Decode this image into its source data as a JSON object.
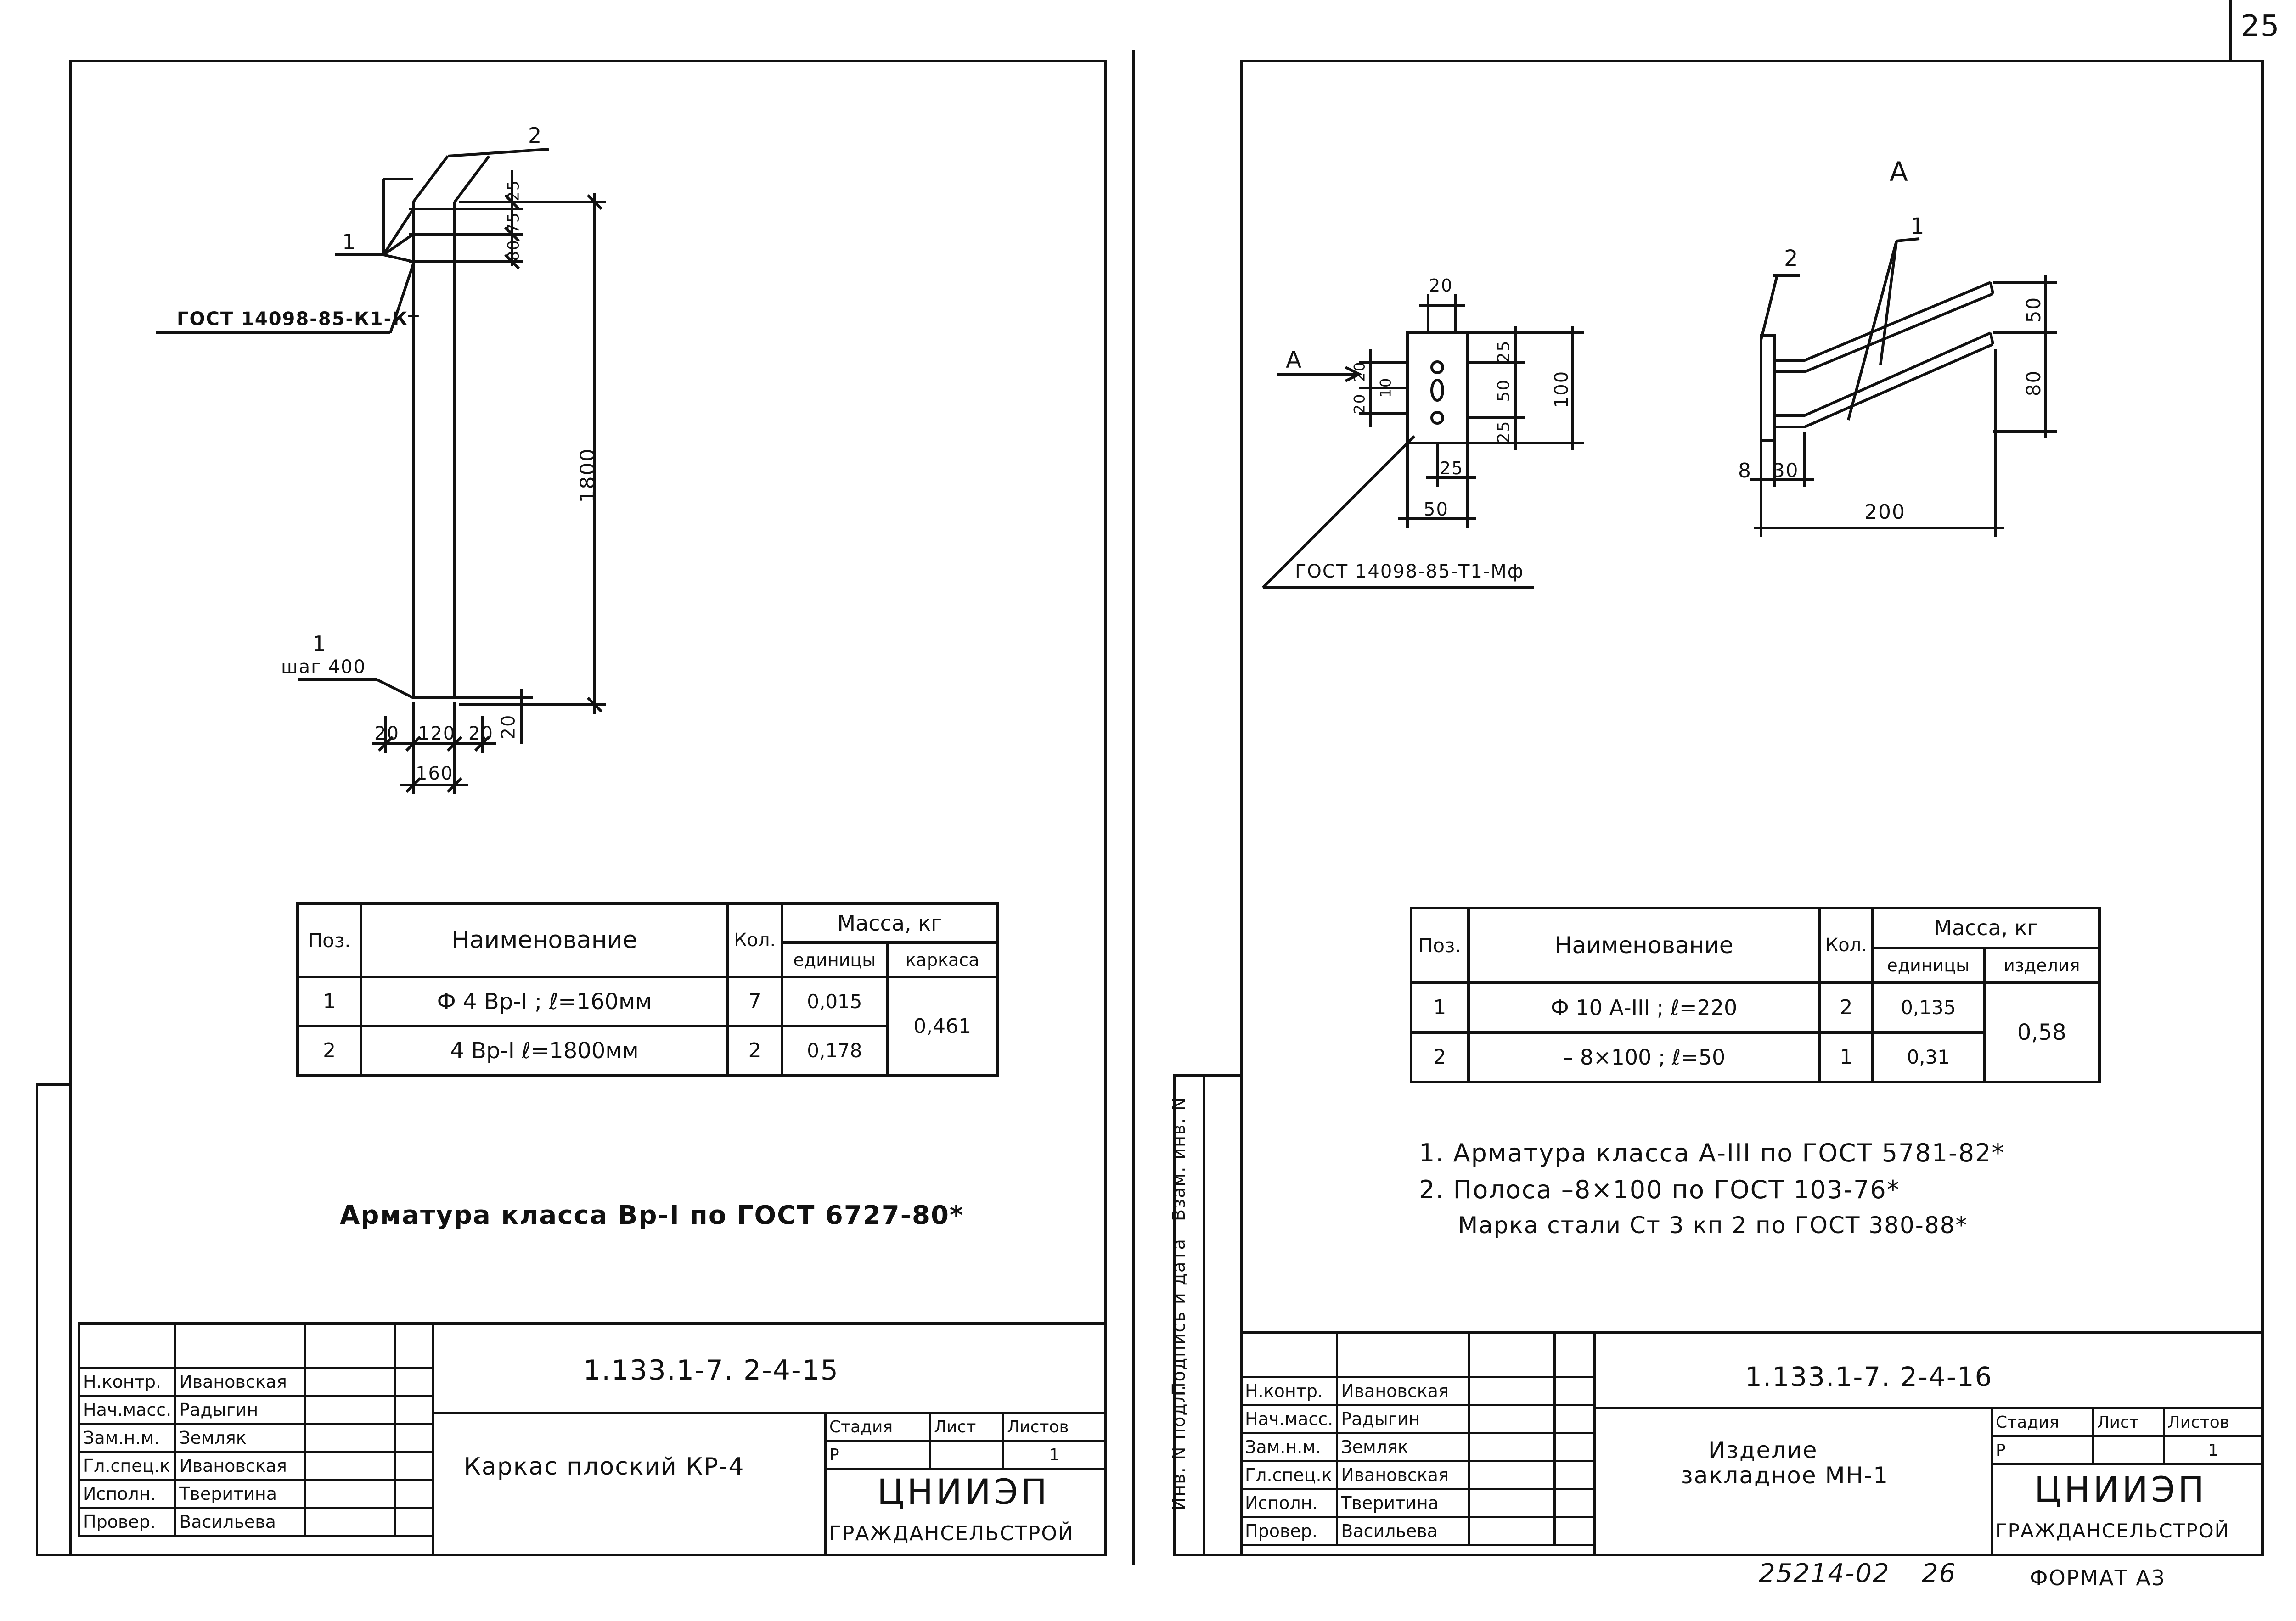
{
  "page_number": "25",
  "bottom": {
    "doc_number": "25214-02",
    "sheet": "26",
    "format": "ФОРМАТ А3"
  },
  "left_stamp_strip": {
    "inv_podl": "Инв. N подл.",
    "podpis_data": "Подпись и дата",
    "vzam_inv": "Взам. инв. N"
  },
  "sheet1": {
    "drawing": {
      "pos2": "2",
      "pos1_top": "1",
      "gost_weld": "ГОСТ 14098-85-К1-Кт",
      "pos1_bottom": "1",
      "step": "шаг 400",
      "dims": {
        "d25": "25",
        "d75": "75",
        "d80": "80",
        "d1800": "1800",
        "d20r": "20",
        "d20a": "20",
        "d120": "120",
        "d20b": "20",
        "d160": "160"
      }
    },
    "table": {
      "h_pos": "Поз.",
      "h_name": "Наименование",
      "h_qty": "Кол.",
      "h_mass": "Масса, кг",
      "h_unit": "единицы",
      "h_total": "каркаса",
      "rows": [
        {
          "pos": "1",
          "name": "Ф 4 Вр-I  ;  ℓ=160мм",
          "qty": "7",
          "unit": "0,015"
        },
        {
          "pos": "2",
          "name": "4 Вр-I     ℓ=1800мм",
          "qty": "2",
          "unit": "0,178"
        }
      ],
      "total": "0,461"
    },
    "note": "Арматура класса Вр-I по ГОСТ 6727-80*",
    "title_block": {
      "code": "1.133.1-7. 2-4-15",
      "title": "Каркас плоский КР-4",
      "stage_h": "Стадия",
      "sheet_h": "Лист",
      "sheets_h": "Листов",
      "stage": "Р",
      "sheets": "1",
      "org1": "ЦНИИЭП",
      "org2": "ГРАЖДАНСЕЛЬСТРОЙ",
      "people": [
        {
          "role": "Н.контр.",
          "name": "Ивановская"
        },
        {
          "role": "Нач.масс.",
          "name": "Радыгин"
        },
        {
          "role": "Зам.н.м.",
          "name": "Земляк"
        },
        {
          "role": "Гл.спец.к",
          "name": "Ивановская"
        },
        {
          "role": "Исполн.",
          "name": "Тверитина"
        },
        {
          "role": "Провер.",
          "name": "Васильева"
        }
      ]
    }
  },
  "sheet2": {
    "drawing": {
      "view_a": "А",
      "arrow_a": "А",
      "pos2": "2",
      "pos1": "1",
      "gost_weld": "ГОСТ 14098-85-Т1-Мф",
      "dims": {
        "d20t": "20",
        "d20l": "20",
        "d20s": "20",
        "d10": "10",
        "d25a": "25",
        "d50": "50",
        "d25b": "25",
        "d100": "100",
        "d25c": "25",
        "d50b": "50",
        "d50r": "50",
        "d80r": "80",
        "d8": "8",
        "d30": "30",
        "d200": "200"
      }
    },
    "table": {
      "h_pos": "Поз.",
      "h_name": "Наименование",
      "h_qty": "Кол.",
      "h_mass": "Масса, кг",
      "h_unit": "единицы",
      "h_total": "изделия",
      "rows": [
        {
          "pos": "1",
          "name": "Ф 10 А-III  ;  ℓ=220",
          "qty": "2",
          "unit": "0,135"
        },
        {
          "pos": "2",
          "name": "– 8×100  ;  ℓ=50",
          "qty": "1",
          "unit": "0,31"
        }
      ],
      "total": "0,58"
    },
    "notes": [
      "1. Арматура класса А-III по ГОСТ 5781-82*",
      "2. Полоса –8×100 по ГОСТ 103-76*",
      "Марка стали Ст 3 кп 2 по ГОСТ 380-88*"
    ],
    "title_block": {
      "code": "1.133.1-7. 2-4-16",
      "title1": "Изделие",
      "title2": "закладное МН-1",
      "stage_h": "Стадия",
      "sheet_h": "Лист",
      "sheets_h": "Листов",
      "stage": "Р",
      "sheets": "1",
      "org1": "ЦНИИЭП",
      "org2": "ГРАЖДАНСЕЛЬСТРОЙ",
      "people": [
        {
          "role": "Н.контр.",
          "name": "Ивановская"
        },
        {
          "role": "Нач.масс.",
          "name": "Радыгин"
        },
        {
          "role": "Зам.н.м.",
          "name": "Земляк"
        },
        {
          "role": "Гл.спец.к",
          "name": "Ивановская"
        },
        {
          "role": "Исполн.",
          "name": "Тверитина"
        },
        {
          "role": "Провер.",
          "name": "Васильева"
        }
      ]
    }
  }
}
